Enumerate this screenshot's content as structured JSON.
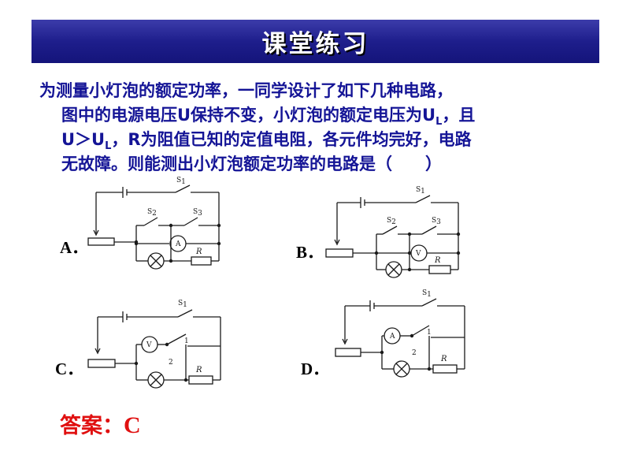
{
  "banner": {
    "title": "课堂练习"
  },
  "question": {
    "line1": "为测量小灯泡的额定功率，一同学设计了如下几种电路，",
    "line2a": "图中的电源电压U保持不变，小灯泡的额定电压为U",
    "sub_L": "L",
    "line2b": "，且",
    "line3a": "U＞U",
    "line3b": "，R为阻值已知的定值电阻，各元件均完好，电路",
    "line4": "无故障。则能测出小灯泡额定功率的电路是（　　）"
  },
  "options": {
    "a": "A．",
    "b": "B．",
    "c": "C．",
    "d": "D．"
  },
  "circuit_labels": {
    "s1": "S",
    "s2": "S",
    "s3": "S",
    "sub1": "1",
    "sub2": "2",
    "sub3": "3",
    "ammeter": "A",
    "voltmeter": "V",
    "resistor": "R",
    "contact1": "1",
    "contact2": "2"
  },
  "answer": {
    "label": "答案：",
    "value": "C"
  }
}
